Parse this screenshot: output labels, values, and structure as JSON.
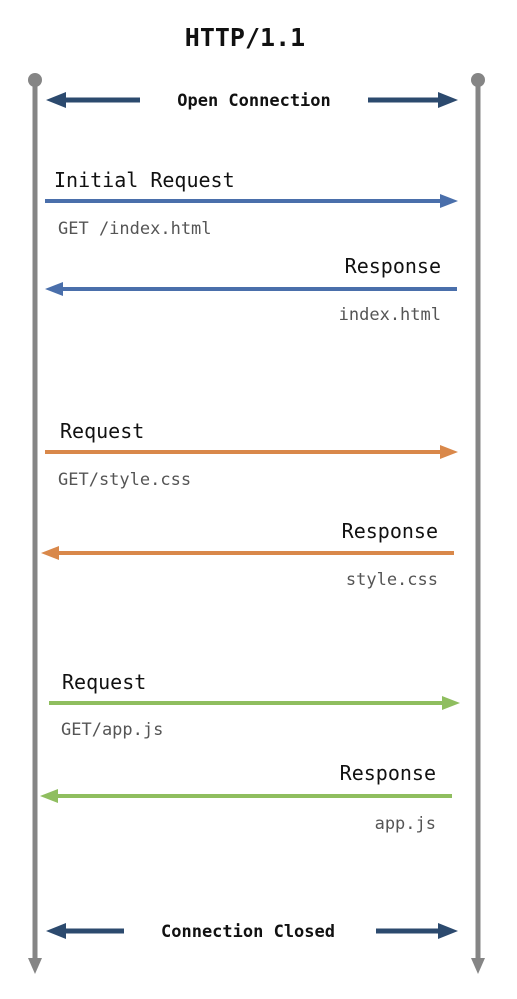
{
  "title": "HTTP/1.1",
  "colors": {
    "lifeline": "#858585",
    "boundary": "#2c4a6e",
    "exchange_1": "#4a6fab",
    "exchange_2": "#d9884a",
    "exchange_3": "#8fbe5f"
  },
  "open_connection": {
    "label": "Open Connection"
  },
  "exchanges": [
    {
      "request": {
        "label": "Initial Request",
        "detail": "GET /index.html"
      },
      "response": {
        "label": "Response",
        "detail": "index.html"
      }
    },
    {
      "request": {
        "label": "Request",
        "detail": "GET/style.css"
      },
      "response": {
        "label": "Response",
        "detail": "style.css"
      }
    },
    {
      "request": {
        "label": "Request",
        "detail": "GET/app.js"
      },
      "response": {
        "label": "Response",
        "detail": "app.js"
      }
    }
  ],
  "close_connection": {
    "label": "Connection Closed"
  }
}
